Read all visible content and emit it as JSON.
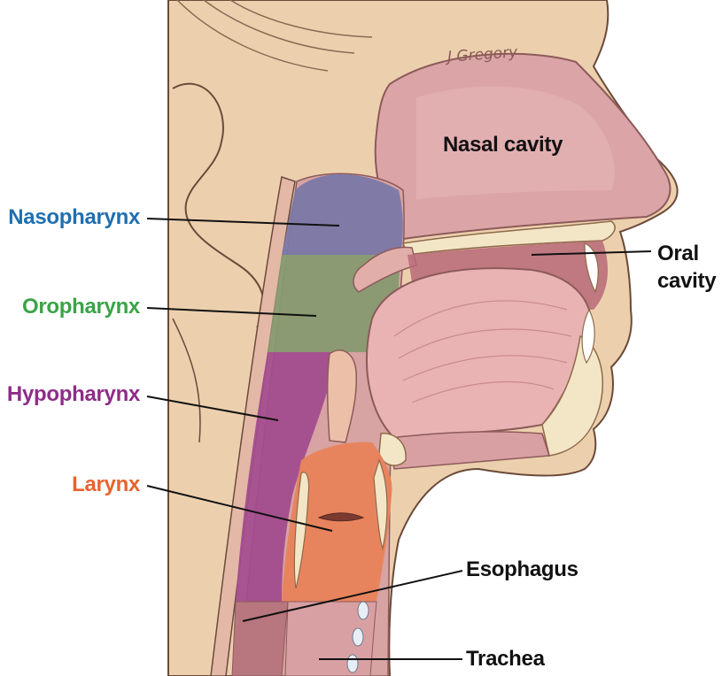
{
  "labels": {
    "nasopharynx": "Nasopharynx",
    "oropharynx": "Oropharynx",
    "hypopharynx": "Hypopharynx",
    "larynx": "Larynx",
    "nasal_cavity": "Nasal cavity",
    "oral_cavity_line1": "Oral",
    "oral_cavity_line2": "cavity",
    "esophagus": "Esophagus",
    "trachea": "Trachea"
  },
  "signature": "J Gregory",
  "colors": {
    "nasopharynx": "#1f6fb0",
    "oropharynx": "#3aa447",
    "hypopharynx": "#8e2c88",
    "larynx": "#e8632d",
    "text_dark": "#111111",
    "skin": "#e8c9a6",
    "skin_outline": "#6b4a3a",
    "mucosa": "#d9a0a3",
    "tongue": "#e9b3b3",
    "bone": "#f3e6c6"
  }
}
